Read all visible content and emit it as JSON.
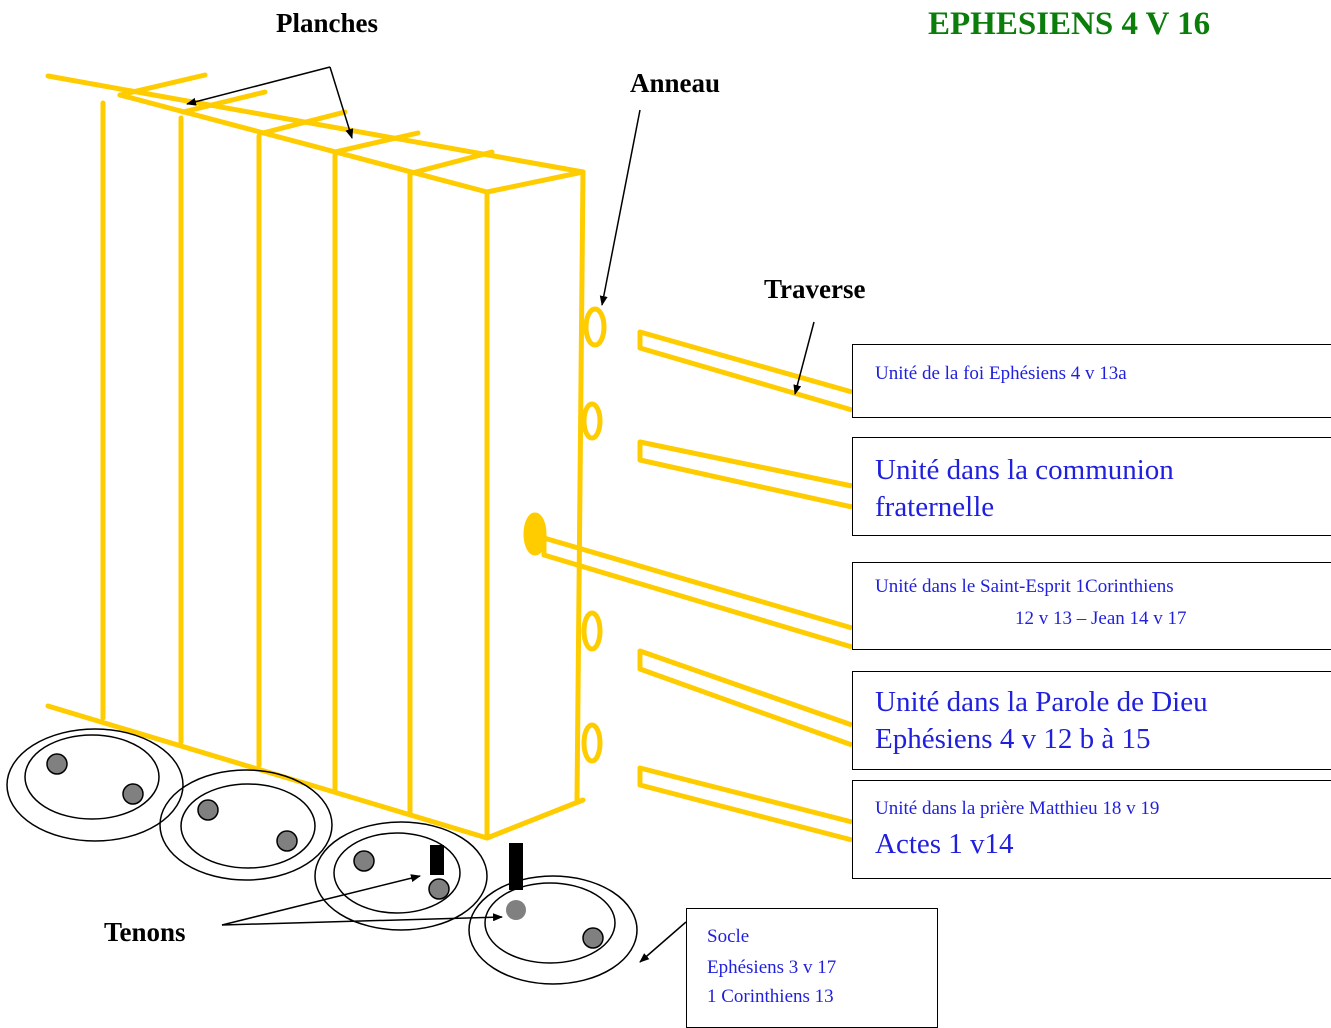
{
  "title": "EPHESIENS 4 V 16",
  "labels": {
    "planches": "Planches",
    "anneau": "Anneau",
    "traverse": "Traverse",
    "tenons": "Tenons"
  },
  "boxes": {
    "foi": "Unité de la foi Ephésiens 4 v 13a",
    "communion_1": "Unité dans la communion",
    "communion_2": "fraternelle",
    "esprit_1": "Unité dans le Saint-Esprit 1Corinthiens",
    "esprit_2": "12 v 13 – Jean 14 v 17",
    "parole_1": "Unité dans la Parole de Dieu",
    "parole_2": "Ephésiens 4 v 12 b à 15",
    "priere_1": "Unité dans la prière Matthieu 18 v 19",
    "priere_2": "Actes 1 v14",
    "socle_1": "Socle",
    "socle_2": "Ephésiens 3 v  17",
    "socle_3": "1 Corinthiens 13"
  },
  "colors": {
    "wood": "#FFCC00",
    "title": "#0a7d0a",
    "box_text": "#1f1fdd"
  }
}
